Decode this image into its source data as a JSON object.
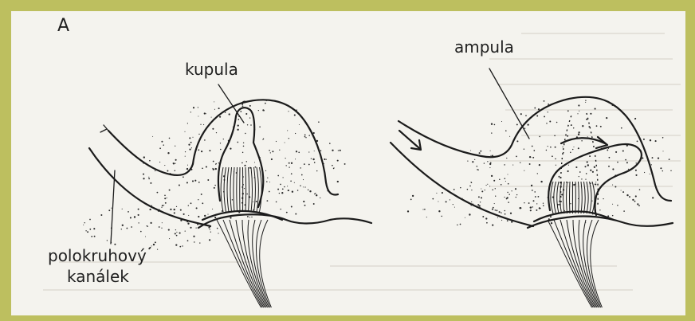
{
  "labels": {
    "panel_letter": "A",
    "cupula": "kupula",
    "ampulla": "ampula",
    "canal_line1": "polokruhový",
    "canal_line2": "kanálek"
  }
}
